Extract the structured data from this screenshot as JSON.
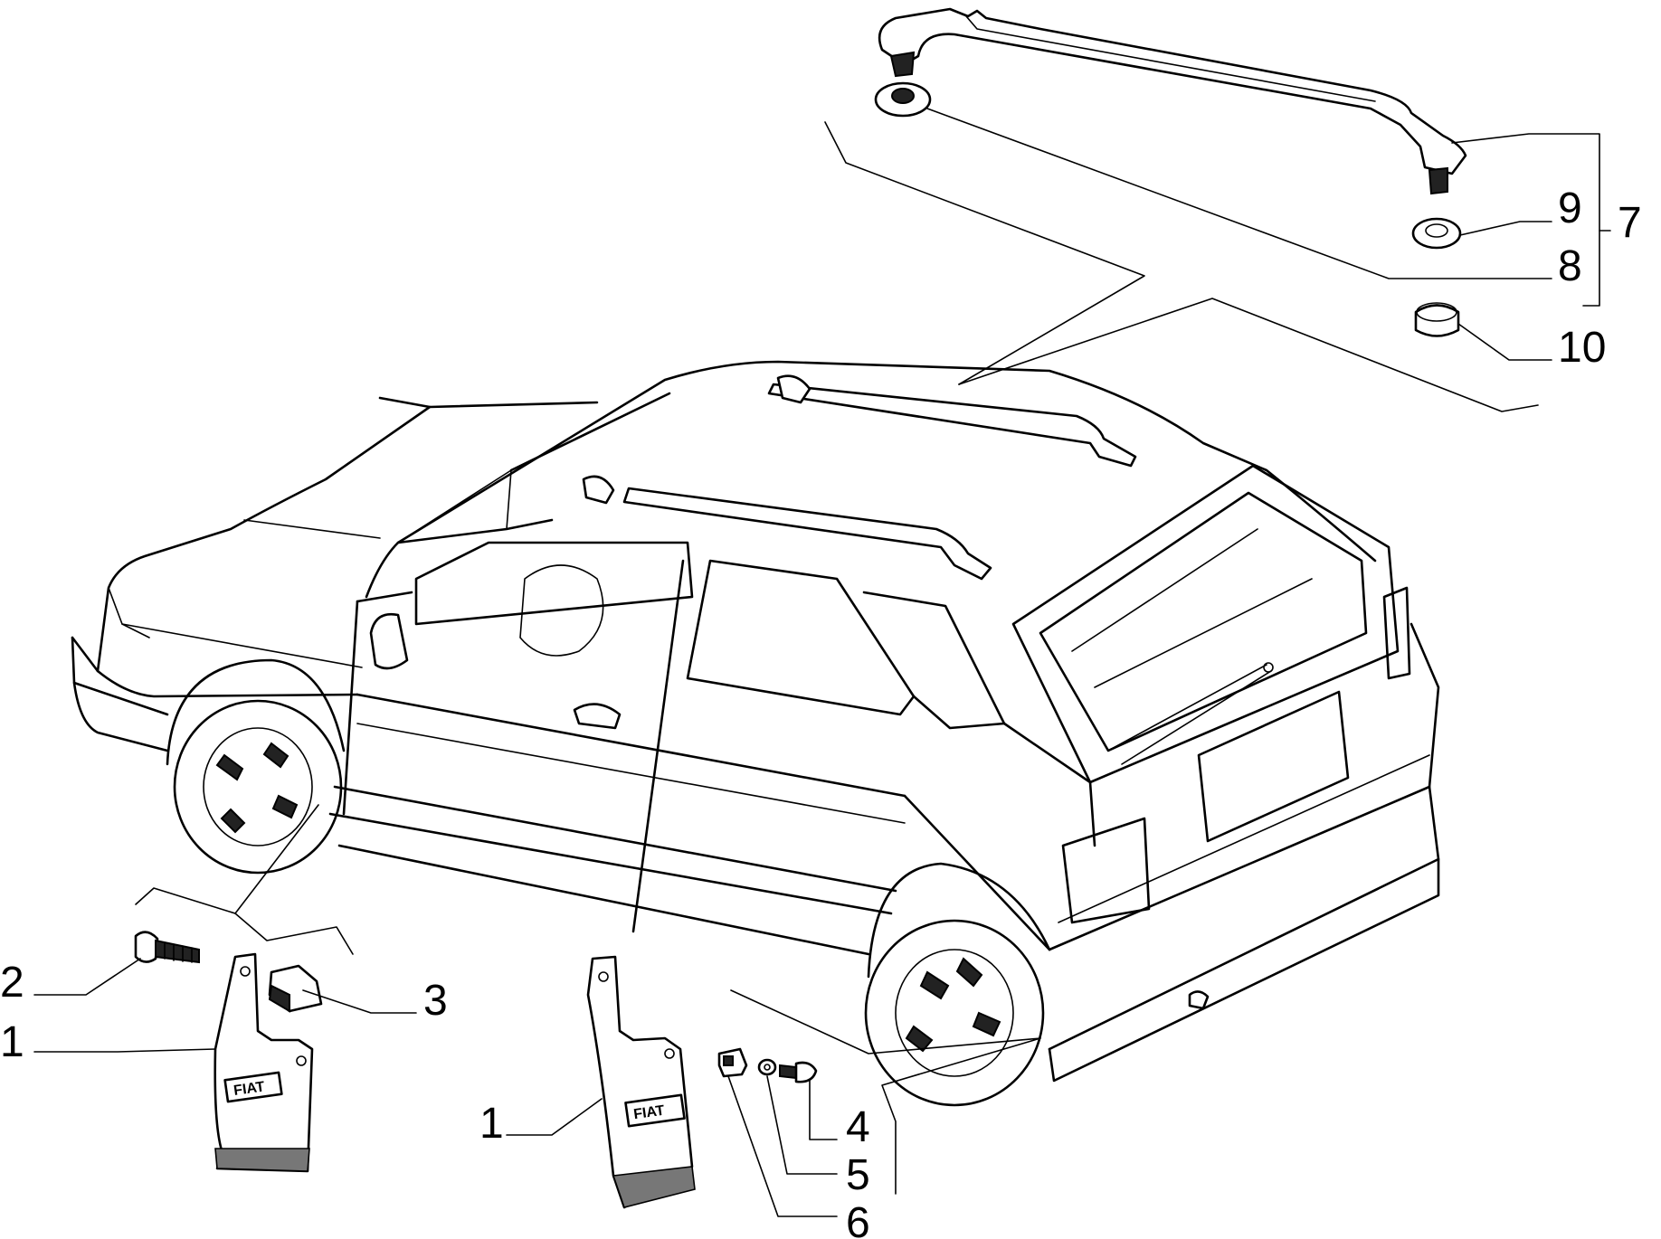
{
  "callouts": {
    "c1a": "1",
    "c1b": "1",
    "c2": "2",
    "c3": "3",
    "c4": "4",
    "c5": "5",
    "c6": "6",
    "c7": "7",
    "c8": "8",
    "c9": "9",
    "c10": "10"
  },
  "logos": [
    "FIAT",
    "FIAT"
  ]
}
